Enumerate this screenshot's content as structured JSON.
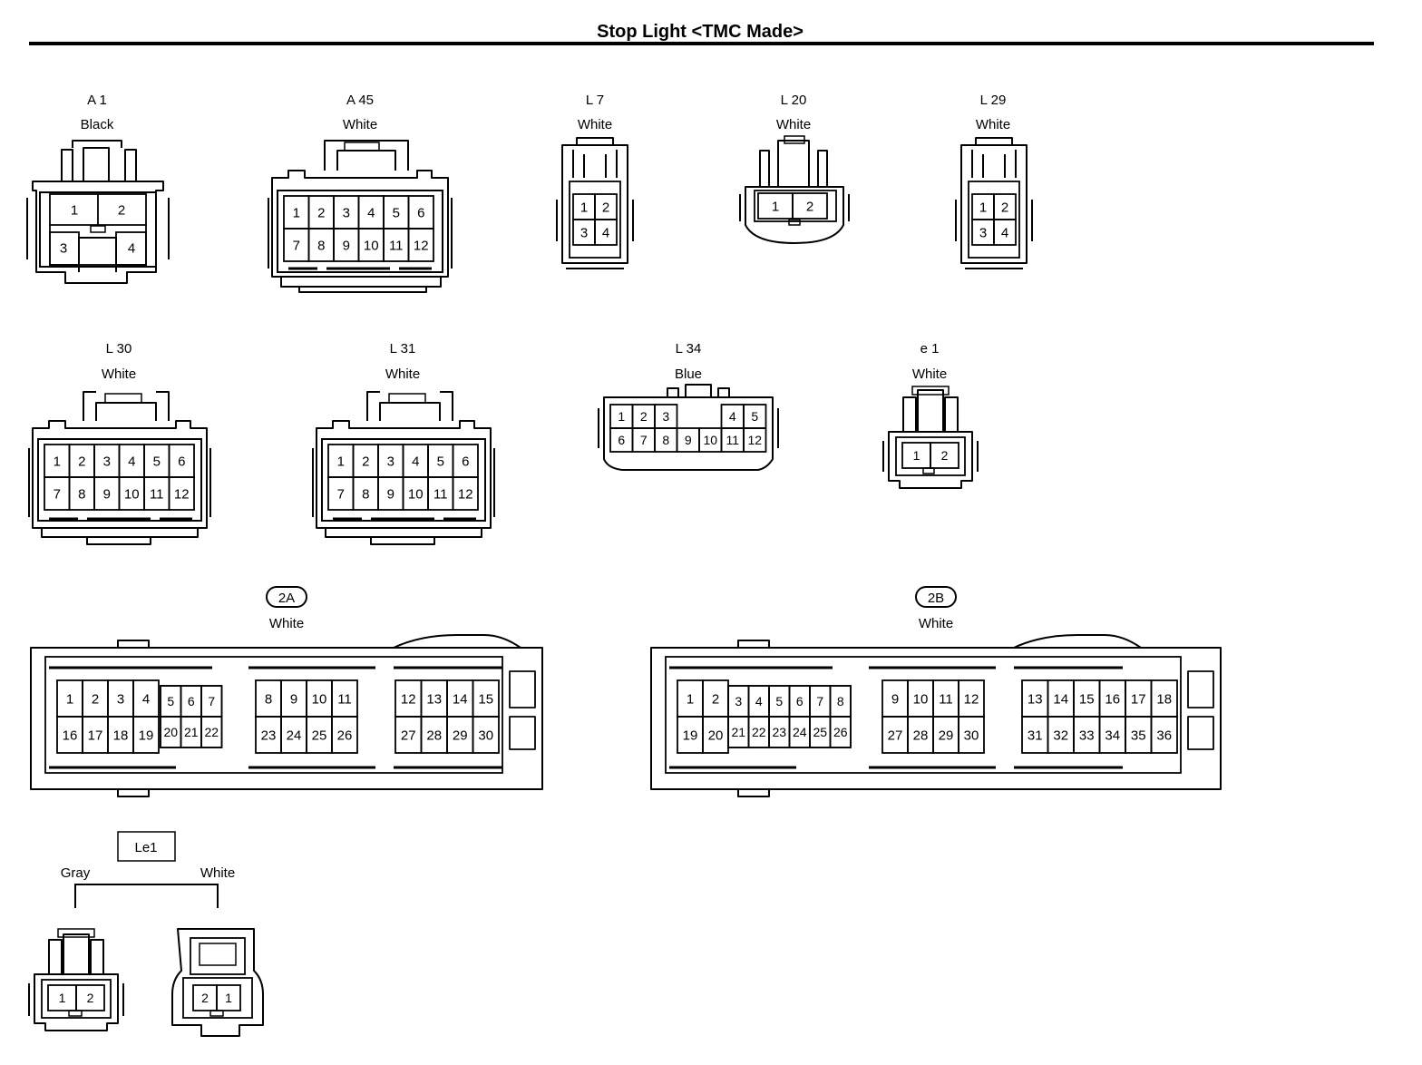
{
  "title": "Stop Light <TMC Made>",
  "connectors": [
    {
      "code": "A 1",
      "color": "Black",
      "pins": [
        [
          "1",
          "2"
        ],
        [
          "3",
          "4"
        ]
      ]
    },
    {
      "code": "A 45",
      "color": "White",
      "pins": [
        [
          "1",
          "2",
          "3",
          "4",
          "5",
          "6"
        ],
        [
          "7",
          "8",
          "9",
          "10",
          "11",
          "12"
        ]
      ]
    },
    {
      "code": "L 7",
      "color": "White",
      "pins": [
        [
          "1",
          "2"
        ],
        [
          "3",
          "4"
        ]
      ]
    },
    {
      "code": "L 20",
      "color": "White",
      "pins": [
        [
          "1",
          "2"
        ]
      ]
    },
    {
      "code": "L 29",
      "color": "White",
      "pins": [
        [
          "1",
          "2"
        ],
        [
          "3",
          "4"
        ]
      ]
    },
    {
      "code": "L 30",
      "color": "White",
      "pins": [
        [
          "1",
          "2",
          "3",
          "4",
          "5",
          "6"
        ],
        [
          "7",
          "8",
          "9",
          "10",
          "11",
          "12"
        ]
      ]
    },
    {
      "code": "L 31",
      "color": "White",
      "pins": [
        [
          "1",
          "2",
          "3",
          "4",
          "5",
          "6"
        ],
        [
          "7",
          "8",
          "9",
          "10",
          "11",
          "12"
        ]
      ]
    },
    {
      "code": "L 34",
      "color": "Blue",
      "pins": [
        [
          "1",
          "2",
          "3",
          "",
          "4",
          "5"
        ],
        [
          "6",
          "7",
          "8",
          "9",
          "10",
          "11",
          "12"
        ]
      ]
    },
    {
      "code": "e 1",
      "color": "White",
      "pins": [
        [
          "1",
          "2"
        ]
      ]
    }
  ],
  "junction_blocks": [
    {
      "code": "2A",
      "color": "White",
      "groups": [
        {
          "top": [
            "1",
            "2",
            "3",
            "4"
          ],
          "bottom": [
            "16",
            "17",
            "18",
            "19"
          ]
        },
        {
          "top": [
            "5",
            "6",
            "7"
          ],
          "bottom": [
            "20",
            "21",
            "22"
          ]
        },
        {
          "top": [
            "8",
            "9",
            "10",
            "11"
          ],
          "bottom": [
            "23",
            "24",
            "25",
            "26"
          ]
        },
        {
          "top": [
            "12",
            "13",
            "14",
            "15"
          ],
          "bottom": [
            "27",
            "28",
            "29",
            "30"
          ]
        }
      ]
    },
    {
      "code": "2B",
      "color": "White",
      "groups": [
        {
          "top": [
            "1",
            "2"
          ],
          "bottom": [
            "19",
            "20"
          ]
        },
        {
          "top": [
            "3",
            "4",
            "5",
            "6",
            "7",
            "8"
          ],
          "bottom": [
            "21",
            "22",
            "23",
            "24",
            "25",
            "26"
          ]
        },
        {
          "top": [
            "9",
            "10",
            "11",
            "12"
          ],
          "bottom": [
            "27",
            "28",
            "29",
            "30"
          ]
        },
        {
          "top": [
            "13",
            "14",
            "15",
            "16",
            "17",
            "18"
          ],
          "bottom": [
            "31",
            "32",
            "33",
            "34",
            "35",
            "36"
          ]
        }
      ]
    }
  ],
  "splice": {
    "code": "Le1",
    "left": {
      "color": "Gray",
      "pins": [
        "1",
        "2"
      ]
    },
    "right": {
      "color": "White",
      "pins": [
        "2",
        "1"
      ]
    }
  }
}
